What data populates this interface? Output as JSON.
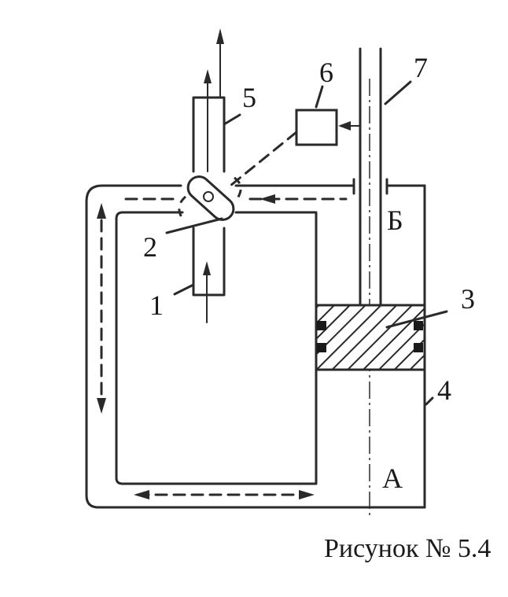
{
  "labels": {
    "l1": "1",
    "l2": "2",
    "l3": "3",
    "l4": "4",
    "l5": "5",
    "l6": "6",
    "l7": "7",
    "a": "А",
    "b": "Б"
  },
  "caption": "Рисунок № 5.4"
}
